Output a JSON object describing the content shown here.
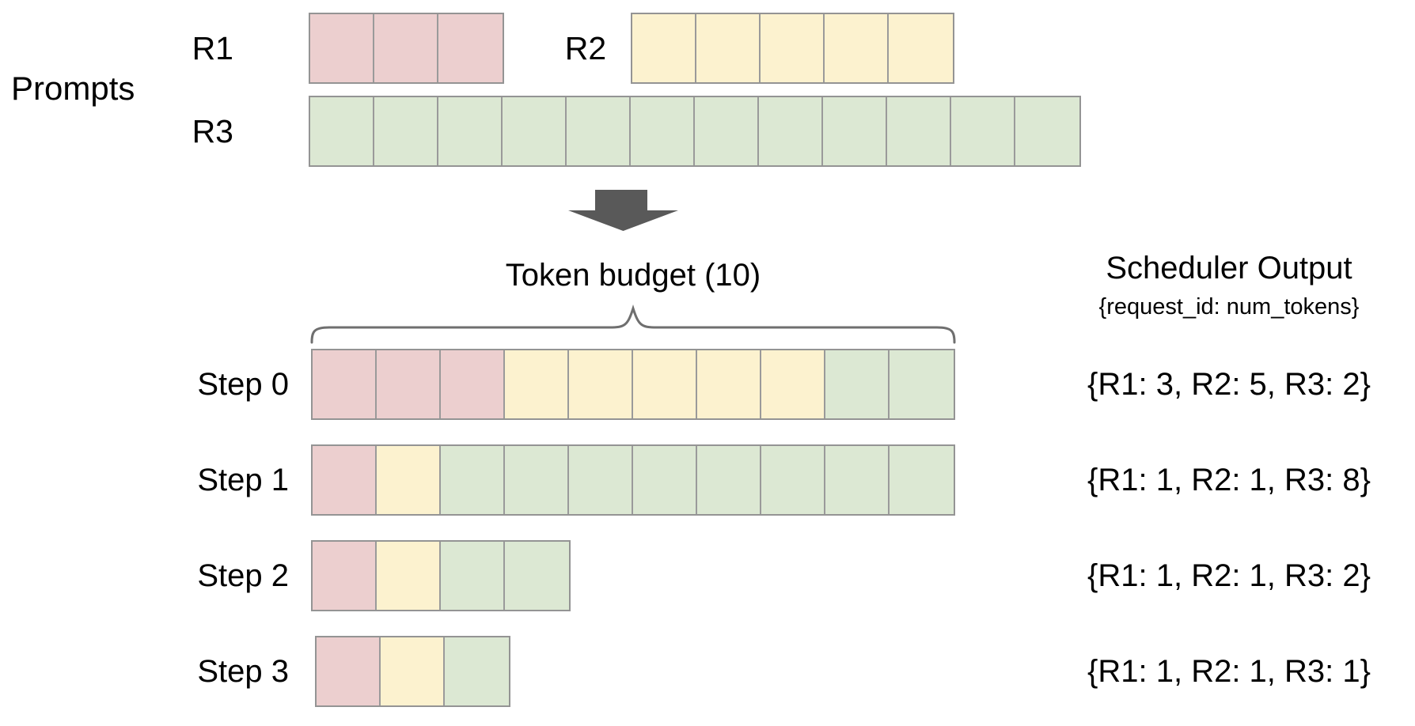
{
  "colors": {
    "r1": "#eccfcf",
    "r2": "#fcf2cf",
    "r3": "#dce8d3",
    "cell_border": "#9a9a9a",
    "arrow": "#595959",
    "brace": "#6f6f6f",
    "text": "#000000"
  },
  "prompts": {
    "section_label": "Prompts",
    "rows": [
      {
        "label": "R1",
        "color_key": "r1",
        "num_cells": 3
      },
      {
        "label": "R2",
        "color_key": "r2",
        "num_cells": 5
      },
      {
        "label": "R3",
        "color_key": "r3",
        "num_cells": 12
      }
    ]
  },
  "token_budget": {
    "label": "Token budget (10)",
    "budget": 10
  },
  "scheduler": {
    "title": "Scheduler Output",
    "subtitle": "{request_id: num_tokens}"
  },
  "steps": [
    {
      "label": "Step 0",
      "allocation": {
        "r1": 3,
        "r2": 5,
        "r3": 2
      },
      "output": "{R1: 3, R2: 5, R3: 2}"
    },
    {
      "label": "Step 1",
      "allocation": {
        "r1": 1,
        "r2": 1,
        "r3": 8
      },
      "output": "{R1: 1, R2: 1, R3: 8}"
    },
    {
      "label": "Step 2",
      "allocation": {
        "r1": 1,
        "r2": 1,
        "r3": 2
      },
      "output": "{R1: 1, R2: 1, R3: 2}"
    },
    {
      "label": "Step 3",
      "allocation": {
        "r1": 1,
        "r2": 1,
        "r3": 1
      },
      "output": "{R1: 1, R2: 1, R3: 1}"
    }
  ]
}
